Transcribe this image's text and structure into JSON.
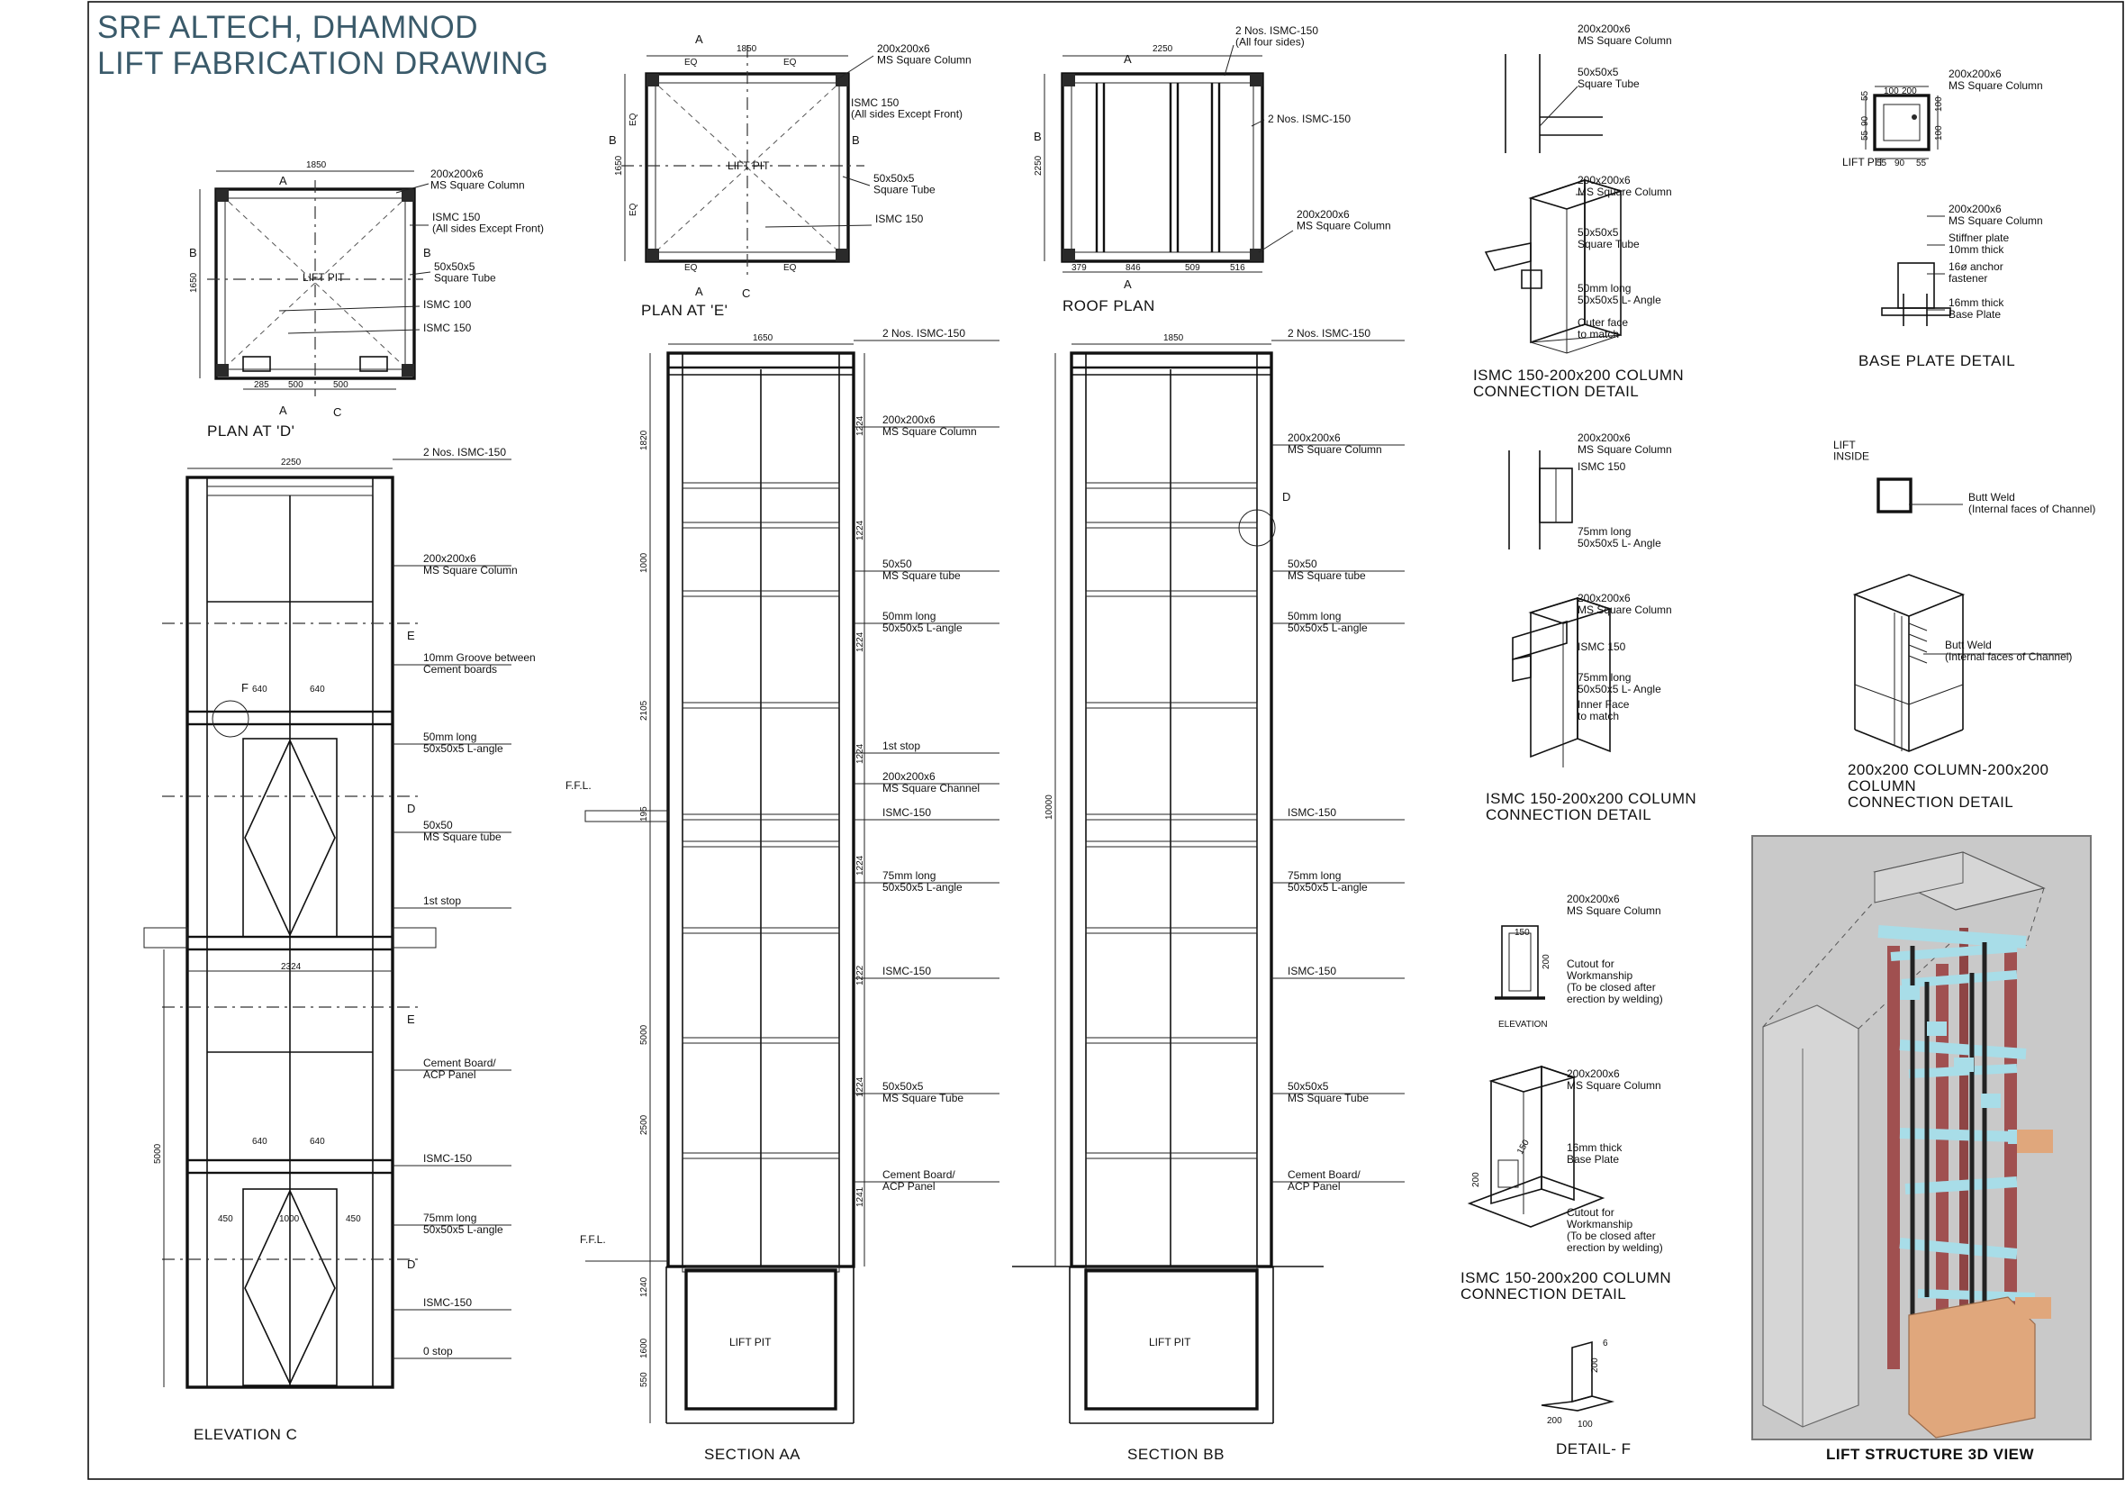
{
  "header": {
    "line1": "SRF ALTECH, DHAMNOD",
    "line2": "LIFT FABRICATION DRAWING"
  },
  "plan_d": {
    "caption": "PLAN AT 'D'",
    "dim_width": "1850",
    "dim_height": "1650",
    "dim_b1": "285",
    "dim_b2": "500",
    "dim_b3": "500",
    "pit": "LIFT PIT",
    "col_label": "200x200x6\nMS Square Column",
    "ismc_label": "ISMC 150\n(All sides Except Front)",
    "tube_label": "50x50x5\nSquare Tube",
    "ismc100": "ISMC 100",
    "ismc150": "ISMC 150",
    "mark_a": "A",
    "mark_b": "B",
    "mark_c": "C"
  },
  "plan_e": {
    "caption": "PLAN AT 'E'",
    "dim_width": "1850",
    "dim_height": "1650",
    "eq": "EQ",
    "pit": "LIFT PIT",
    "col_label": "200x200x6\nMS Square Column",
    "ismc_label": "ISMC 150\n(All sides Except Front)",
    "tube_label": "50x50x5\nSquare Tube",
    "ismc150": "ISMC 150",
    "mark_a": "A",
    "mark_b": "B",
    "mark_c": "C"
  },
  "roof_plan": {
    "caption": "ROOF PLAN",
    "dim_width": "2250",
    "dim_height": "2250",
    "dim_b1": "379",
    "dim_b2": "846",
    "dim_b3": "509",
    "dim_b4": "516",
    "ismc_top": "2 Nos. ISMC-150\n(All four sides)",
    "ismc_side": "2 Nos. ISMC-150",
    "col_label": "200x200x6\nMS Square Column",
    "mark_a": "A",
    "mark_b": "B"
  },
  "elevation_c": {
    "caption": "ELEVATION C",
    "dim_top": "2250",
    "dim_mid": "2324",
    "dim_height": "5000",
    "dim_640a": "640",
    "dim_640b": "640",
    "dim_640c": "640",
    "dim_640d": "640",
    "dim_450a": "450",
    "dim_1000": "1000",
    "dim_450b": "450",
    "mark_f": "F",
    "mark_e": "E",
    "mark_d": "D",
    "labels": [
      "2 Nos. ISMC-150",
      "200x200x6\nMS Square Column",
      "10mm Groove between\nCement boards",
      "50mm long\n50x50x5 L-angle",
      "50x50\nMS Square tube",
      "1st stop",
      "Cement Board/\nACP Panel",
      "ISMC-150",
      "75mm long\n50x50x5 L-angle",
      "ISMC-150",
      "0 stop"
    ]
  },
  "section_aa": {
    "caption": "SECTION AA",
    "dim_top": "1650",
    "ffl": "F.F.L.",
    "ffl2": "F.F.L.",
    "pit": "LIFT PIT",
    "dims_left": [
      "1820",
      "1000",
      "2105",
      "195",
      "5000",
      "2500",
      "1240",
      "1600",
      "550"
    ],
    "dims_right": [
      "1224",
      "1224",
      "1224",
      "1224",
      "1224",
      "1222",
      "1224",
      "1241"
    ],
    "labels": [
      "2 Nos. ISMC-150",
      "200x200x6\nMS Square Column",
      "50x50\nMS Square tube",
      "50mm long\n50x50x5 L-angle",
      "1st stop",
      "200x200x6\nMS Square Channel",
      "ISMC-150",
      "75mm long\n50x50x5 L-angle",
      "ISMC-150",
      "50x50x5\nMS Square Tube",
      "Cement Board/\nACP Panel"
    ]
  },
  "section_bb": {
    "caption": "SECTION BB",
    "dim_top": "1850",
    "dim_left": "10000",
    "pit": "LIFT PIT",
    "mark_d": "D",
    "labels": [
      "2 Nos. ISMC-150",
      "200x200x6\nMS Square Column",
      "50x50\nMS Square tube",
      "50mm long\n50x50x5 L-angle",
      "ISMC-150",
      "75mm long\n50x50x5 L-angle",
      "ISMC-150",
      "50x50x5\nMS Square Tube",
      "Cement Board/\nACP Panel"
    ]
  },
  "conn1": {
    "caption": "ISMC 150-200x200 COLUMN\nCONNECTION DETAIL",
    "labels_top": [
      "200x200x6\nMS Square Column",
      "50x50x5\nSquare Tube"
    ],
    "labels_iso": [
      "200x200x6\nMS Square Column",
      "50x50x5\nSquare Tube",
      "50mm long\n50x50x5 L- Angle",
      "Outer face\nto match"
    ]
  },
  "conn2": {
    "caption": "ISMC 150-200x200 COLUMN\nCONNECTION DETAIL",
    "labels_top": [
      "200x200x6\nMS Square Column",
      "ISMC 150",
      "75mm long\n50x50x5 L- Angle"
    ],
    "labels_iso": [
      "200x200x6\nMS Square Column",
      "ISMC 150",
      "75mm long\n50x50x5 L- Angle",
      "Inner Face\nto match"
    ]
  },
  "conn3": {
    "caption": "ISMC 150-200x200 COLUMN\nCONNECTION DETAIL",
    "elevation_caption": "ELEVATION",
    "dim_150a": "150",
    "dim_200a": "200",
    "dim_150b": "150",
    "dim_200b": "200",
    "labels_top": [
      "200x200x6\nMS Square Column",
      "Cutout for\nWorkmanship\n(To be closed after\nerection by welding)"
    ],
    "labels_iso": [
      "200x200x6\nMS Square Column",
      "16mm thick\nBase Plate",
      "Cutout for\nWorkmanship\n(To be closed after\nerection by welding)"
    ]
  },
  "detail_f": {
    "caption": "DETAIL- F",
    "dim_200": "200",
    "dim_100": "100",
    "dim_6": "6",
    "dim_200b": "200"
  },
  "base_plate": {
    "caption": "BASE PLATE DETAIL",
    "pit": "LIFT PIT",
    "dims": [
      "55",
      "100",
      "200",
      "55",
      "90",
      "100",
      "55",
      "90",
      "55",
      "100"
    ],
    "labels_top": [
      "200x200x6\nMS Square Column"
    ],
    "labels_side": [
      "200x200x6\nMS Square Column",
      "Stiffner plate\n10mm thick",
      "16ø anchor\nfastener",
      "16mm thick\nBase Plate"
    ]
  },
  "butt_weld": {
    "lift_inside": "LIFT\nINSIDE",
    "label1": "Butt Weld\n(Internal faces of Channel)",
    "label2": "Butt Weld\n(Internal faces of Channel)",
    "caption": "200x200 COLUMN-200x200\nCOLUMN\nCONNECTION DETAIL"
  },
  "view_3d": {
    "caption": "LIFT STRUCTURE 3D VIEW"
  },
  "colors": {
    "title": "#3a5a6a",
    "render_bg": "#c9c9c9",
    "steel_red": "#a05050",
    "frame_blue": "#a8dde8",
    "wood": "#e0a77c",
    "panel_grey": "#d6d6d6"
  }
}
